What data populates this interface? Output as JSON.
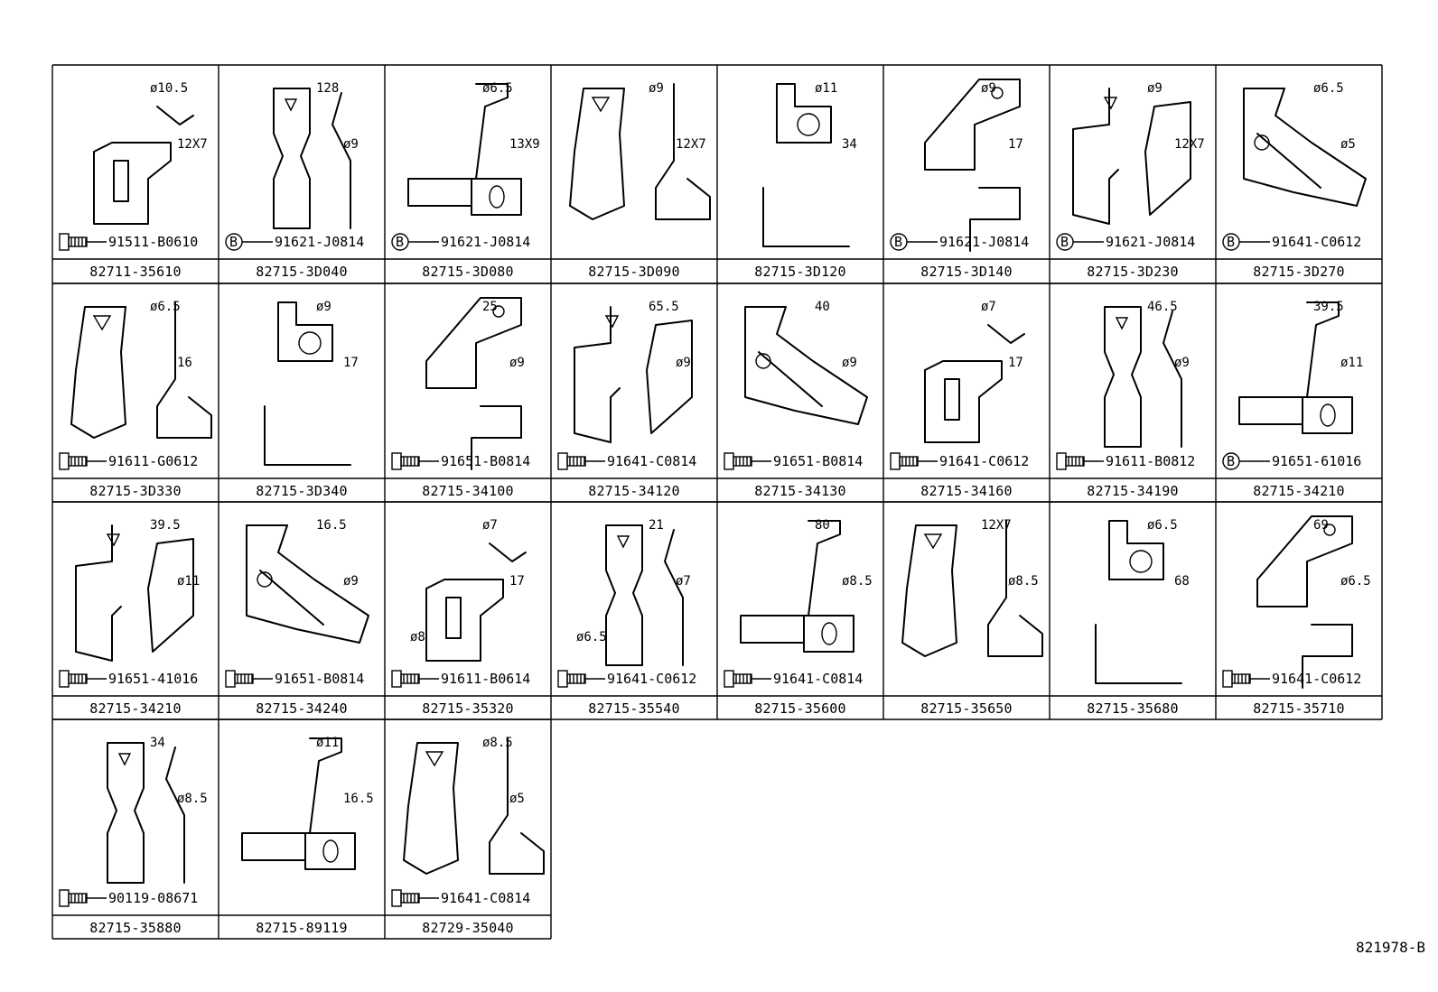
{
  "drawing_number": "821978-B",
  "rows": [
    [
      {
        "part": "82711-35610",
        "fastener": "91511-B0610",
        "fastener_kind": "bolt",
        "dims": [
          "ø10.5",
          "12X7"
        ]
      },
      {
        "part": "82715-3D040",
        "fastener": "91621-J0814",
        "fastener_kind": "B",
        "dims": [
          "128",
          "ø9"
        ]
      },
      {
        "part": "82715-3D080",
        "fastener": "91621-J0814",
        "fastener_kind": "B",
        "dims": [
          "ø6.5",
          "13X9"
        ]
      },
      {
        "part": "82715-3D090",
        "fastener": "",
        "fastener_kind": "none",
        "dims": [
          "ø9",
          "12X7"
        ]
      },
      {
        "part": "82715-3D120",
        "fastener": "",
        "fastener_kind": "none",
        "dims": [
          "ø11",
          "34"
        ]
      },
      {
        "part": "82715-3D140",
        "fastener": "91621-J0814",
        "fastener_kind": "B",
        "dims": [
          "ø9",
          "17"
        ]
      },
      {
        "part": "82715-3D230",
        "fastener": "91621-J0814",
        "fastener_kind": "B",
        "dims": [
          "ø9",
          "12X7"
        ]
      },
      {
        "part": "82715-3D270",
        "fastener": "91641-C0612",
        "fastener_kind": "B",
        "dims": [
          "ø6.5",
          "ø5"
        ]
      }
    ],
    [
      {
        "part": "82715-3D330",
        "fastener": "91611-G0612",
        "fastener_kind": "bolt",
        "dims": [
          "ø6.5",
          "16"
        ]
      },
      {
        "part": "82715-3D340",
        "fastener": "",
        "fastener_kind": "none",
        "dims": [
          "ø9",
          "17"
        ]
      },
      {
        "part": "82715-34100",
        "fastener": "91651-B0814",
        "fastener_kind": "bolt",
        "dims": [
          "25",
          "ø9"
        ]
      },
      {
        "part": "82715-34120",
        "fastener": "91641-C0814",
        "fastener_kind": "bolt",
        "dims": [
          "65.5",
          "ø9"
        ]
      },
      {
        "part": "82715-34130",
        "fastener": "91651-B0814",
        "fastener_kind": "bolt",
        "dims": [
          "40",
          "ø9"
        ]
      },
      {
        "part": "82715-34160",
        "fastener": "91641-C0612",
        "fastener_kind": "bolt",
        "dims": [
          "ø7",
          "17"
        ]
      },
      {
        "part": "82715-34190",
        "fastener": "91611-B0812",
        "fastener_kind": "bolt",
        "dims": [
          "46.5",
          "ø9"
        ]
      },
      {
        "part": "82715-34210",
        "fastener": "91651-61016",
        "fastener_kind": "B",
        "dims": [
          "39.5",
          "ø11"
        ]
      }
    ],
    [
      {
        "part": "82715-34210",
        "fastener": "91651-41016",
        "fastener_kind": "bolt",
        "dims": [
          "39.5",
          "ø11"
        ]
      },
      {
        "part": "82715-34240",
        "fastener": "91651-B0814",
        "fastener_kind": "bolt",
        "dims": [
          "16.5",
          "ø9"
        ]
      },
      {
        "part": "82715-35320",
        "fastener": "91611-B0614",
        "fastener_kind": "bolt",
        "dims": [
          "ø7",
          "17",
          "ø8"
        ]
      },
      {
        "part": "82715-35540",
        "fastener": "91641-C0612",
        "fastener_kind": "bolt",
        "dims": [
          "21",
          "ø7",
          "ø6.5"
        ]
      },
      {
        "part": "82715-35600",
        "fastener": "91641-C0814",
        "fastener_kind": "bolt",
        "dims": [
          "80",
          "ø8.5"
        ]
      },
      {
        "part": "82715-35650",
        "fastener": "",
        "fastener_kind": "none",
        "dims": [
          "12X7",
          "ø8.5"
        ]
      },
      {
        "part": "82715-35680",
        "fastener": "",
        "fastener_kind": "none",
        "dims": [
          "ø6.5",
          "68"
        ]
      },
      {
        "part": "82715-35710",
        "fastener": "91641-C0612",
        "fastener_kind": "bolt",
        "dims": [
          "69",
          "ø6.5"
        ]
      }
    ],
    [
      {
        "part": "82715-35880",
        "fastener": "90119-08671",
        "fastener_kind": "bolt",
        "dims": [
          "34",
          "ø8.5"
        ]
      },
      {
        "part": "82715-89119",
        "fastener": "",
        "fastener_kind": "none",
        "dims": [
          "ø11",
          "16.5"
        ]
      },
      {
        "part": "82729-35040",
        "fastener": "91641-C0814",
        "fastener_kind": "bolt",
        "dims": [
          "ø8.5",
          "ø5"
        ]
      }
    ]
  ]
}
